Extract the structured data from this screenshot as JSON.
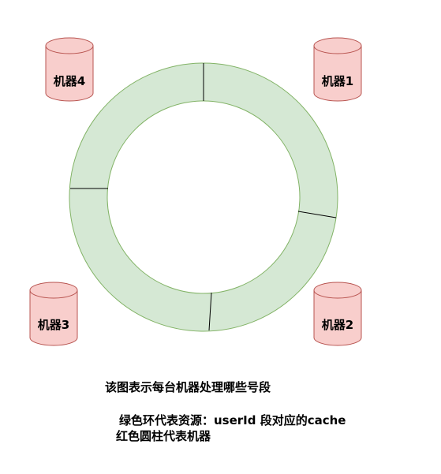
{
  "diagram": {
    "machines": [
      {
        "id": "m4",
        "label": "机器4"
      },
      {
        "id": "m1",
        "label": "机器1"
      },
      {
        "id": "m3",
        "label": "机器3"
      },
      {
        "id": "m2",
        "label": "机器2"
      }
    ],
    "ring": {
      "segments": 4
    },
    "colors": {
      "ring_fill": "#d5e8d4",
      "ring_stroke": "#82b366",
      "cylinder_fill": "#f8cecc",
      "cylinder_stroke": "#b85450",
      "divider": "#000000"
    }
  },
  "captions": {
    "title": "该图表示每台机器处理哪些号段",
    "legend_green": "绿色环代表资源：userId 段对应的cache",
    "legend_red": "红色圆柱代表机器"
  }
}
